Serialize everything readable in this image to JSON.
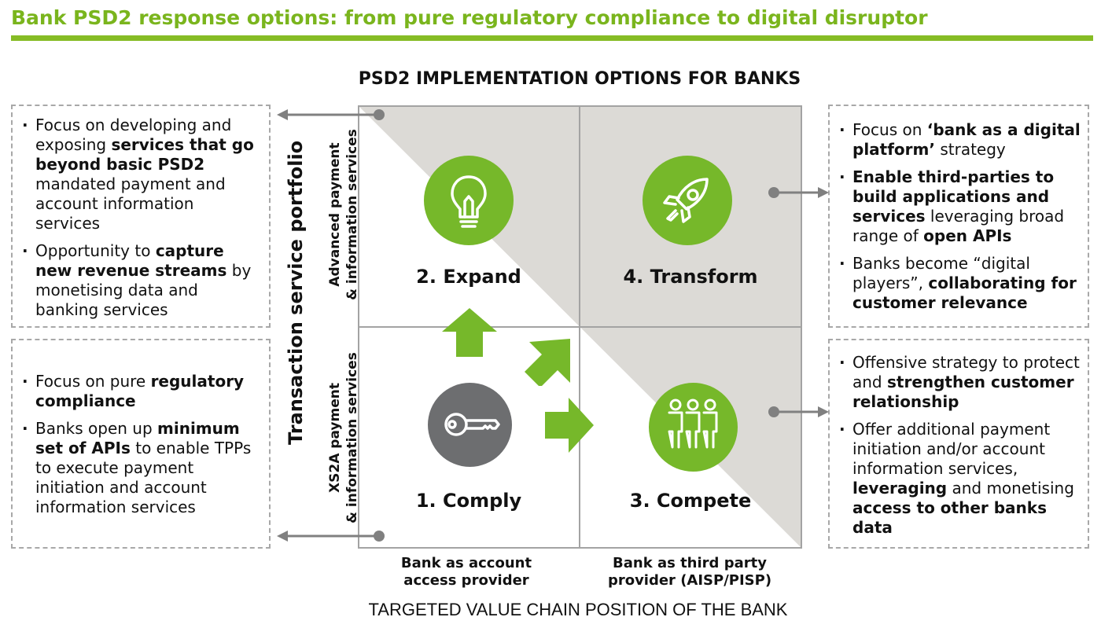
{
  "header": {
    "title": "Bank PSD2 response options: from pure regulatory compliance to digital disruptor"
  },
  "diagram": {
    "title": "PSD2 IMPLEMENTATION OPTIONS FOR BANKS",
    "y_axis_title": "Transaction service portfolio",
    "y_axis_rows": [
      "Advanced payment",
      "& information services",
      "XS2A payment",
      "& information services"
    ],
    "x_axis_title": "TARGETED VALUE CHAIN POSITION OF THE BANK",
    "x_axis_columns": [
      {
        "line1": "Bank as account",
        "line2": "access provider"
      },
      {
        "line1": "Bank as third party",
        "line2": "provider (AISP/PISP)"
      }
    ],
    "quadrants": [
      {
        "label": "1. Comply",
        "icon": "key-icon",
        "color": "#6d6e70"
      },
      {
        "label": "2. Expand",
        "icon": "lightbulb-icon",
        "color": "#76b82a"
      },
      {
        "label": "3. Compete",
        "icon": "people-icon",
        "color": "#76b82a"
      },
      {
        "label": "4. Transform",
        "icon": "rocket-icon",
        "color": "#76b82a"
      }
    ],
    "colors": {
      "accent": "#86bc25",
      "shade": "#dcdad6",
      "grid": "#a3a3a3",
      "connector": "#808080"
    }
  },
  "boxes": {
    "expand": [
      [
        {
          "t": "Focus on developing and exposing "
        },
        {
          "t": "services that go beyond basic PSD2",
          "b": true
        },
        {
          "t": " mandated payment and account information services"
        }
      ],
      [
        {
          "t": "Opportunity to "
        },
        {
          "t": "capture new revenue streams",
          "b": true
        },
        {
          "t": " by monetising data and banking services"
        }
      ]
    ],
    "comply": [
      [
        {
          "t": "Focus on pure "
        },
        {
          "t": "regulatory compliance",
          "b": true
        }
      ],
      [
        {
          "t": "Banks open up "
        },
        {
          "t": "minimum set of APIs",
          "b": true
        },
        {
          "t": " to enable TPPs to execute payment initiation and account information services"
        }
      ]
    ],
    "transform": [
      [
        {
          "t": "Focus on "
        },
        {
          "t": "‘bank as a digital platform’",
          "b": true
        },
        {
          "t": " strategy"
        }
      ],
      [
        {
          "t": "Enable third-parties to build applications and services",
          "b": true
        },
        {
          "t": " leveraging broad range of "
        },
        {
          "t": "open APIs",
          "b": true
        }
      ],
      [
        {
          "t": "Banks become “digital players”, "
        },
        {
          "t": "collaborating for customer relevance",
          "b": true
        }
      ]
    ],
    "compete": [
      [
        {
          "t": "Offensive strategy to protect and "
        },
        {
          "t": "strengthen customer relationship",
          "b": true
        }
      ],
      [
        {
          "t": "Offer additional payment initiation and/or account information services, "
        },
        {
          "t": "leveraging",
          "b": true
        },
        {
          "t": " and monetising "
        },
        {
          "t": "access to other banks data",
          "b": true
        }
      ]
    ]
  }
}
